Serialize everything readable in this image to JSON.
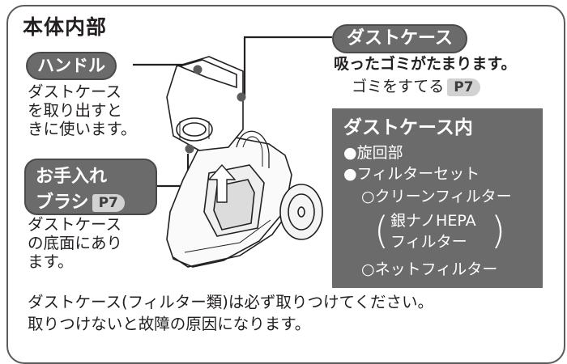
{
  "title": "本体内部",
  "handle": {
    "label": "ハンドル",
    "desc": [
      "ダストケース",
      "を取り出すと",
      "きに使います。"
    ]
  },
  "dust_case": {
    "label": "ダストケース",
    "desc1": "吸ったゴミがたまります。",
    "desc2": "ゴミをすてる",
    "page_ref": "P7"
  },
  "brush": {
    "label_line1": "お手入れ",
    "label_line2": "ブラシ",
    "page_ref": "P7",
    "desc": [
      "ダストケース",
      "の底面にあり",
      "ます。"
    ]
  },
  "panel": {
    "heading": "ダストケース内",
    "item1": "●旋回部",
    "item2": "●フィルターセット",
    "sub1": "○クリーンフィルター",
    "sub2_line1": "銀ナノHEPA",
    "sub2_line2": "フィルター",
    "paren_open": "(",
    "paren_close": ")",
    "sub3": "○ネットフィルター"
  },
  "notice": {
    "line1": "ダストケース(フィルター類)は必ず取りつけてください。",
    "line2": "取りつけないと故障の原因になります。"
  }
}
